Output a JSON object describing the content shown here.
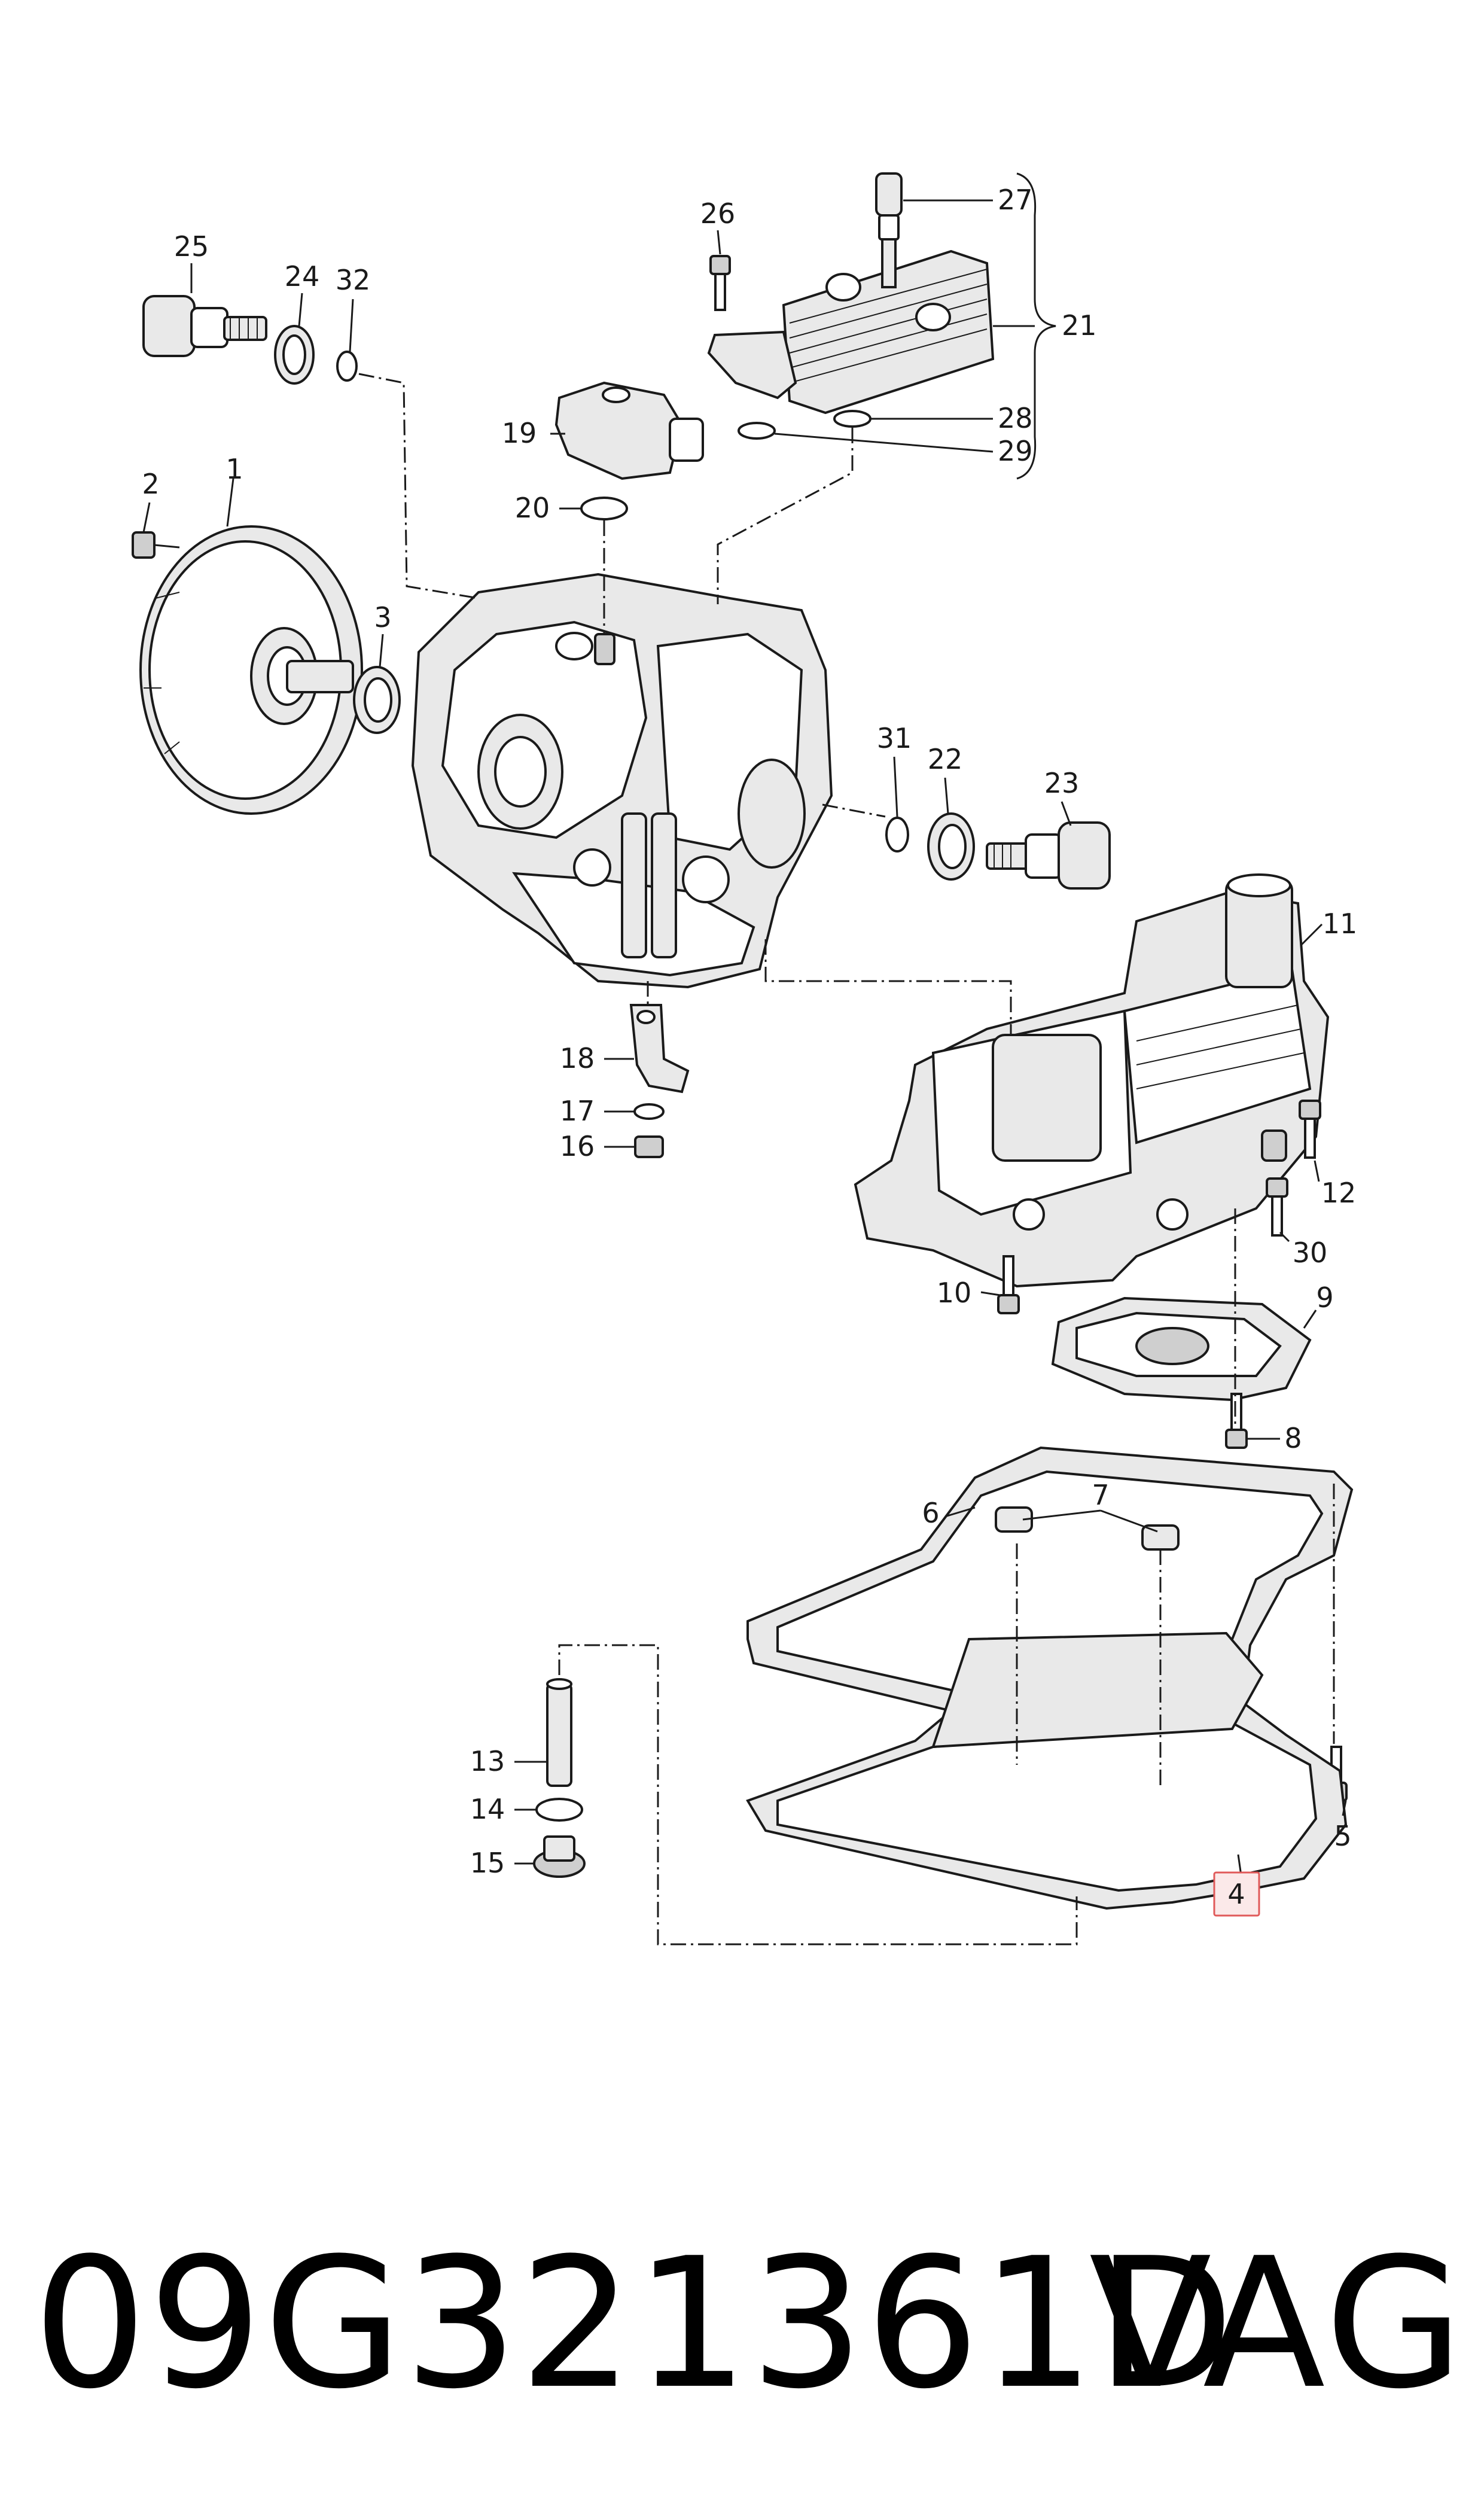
{
  "labels": {
    "l1": "1",
    "l2": "2",
    "l3": "3",
    "l4": "4",
    "l5": "5",
    "l6": "6",
    "l7": "7",
    "l8": "8",
    "l9": "9",
    "l10": "10",
    "l11": "11",
    "l12": "12",
    "l13": "13",
    "l14": "14",
    "l15": "15",
    "l16": "16",
    "l17": "17",
    "l18": "18",
    "l19": "19",
    "l20": "20",
    "l21": "21",
    "l22": "22",
    "l23": "23",
    "l24": "24",
    "l25": "25",
    "l26": "26",
    "l27": "27",
    "l28": "28",
    "l29": "29",
    "l30": "30",
    "l31": "31",
    "l32": "32"
  },
  "highlighted_part": "4",
  "footer": {
    "part_number": "09G321361D",
    "brand": "VAG"
  },
  "colors": {
    "line": "#1a1a1a",
    "highlight_border": "#e05a5a",
    "highlight_fill": "#fbe9e9"
  }
}
